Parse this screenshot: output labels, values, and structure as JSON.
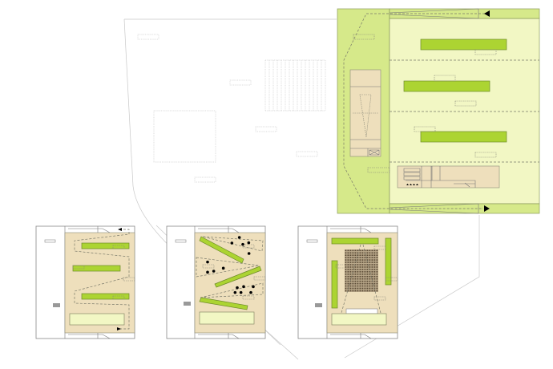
{
  "diagram": {
    "type": "site-plan-with-layout-variants",
    "variants": [
      "zigzag-path",
      "angled-bars-with-seating",
      "auditorium-grid"
    ],
    "colors": {
      "green": "#acd432",
      "beige": "#eedfbc",
      "pale": "#f2f7c4",
      "strip": "#d6e98a",
      "field": "#f2f7c4"
    }
  }
}
